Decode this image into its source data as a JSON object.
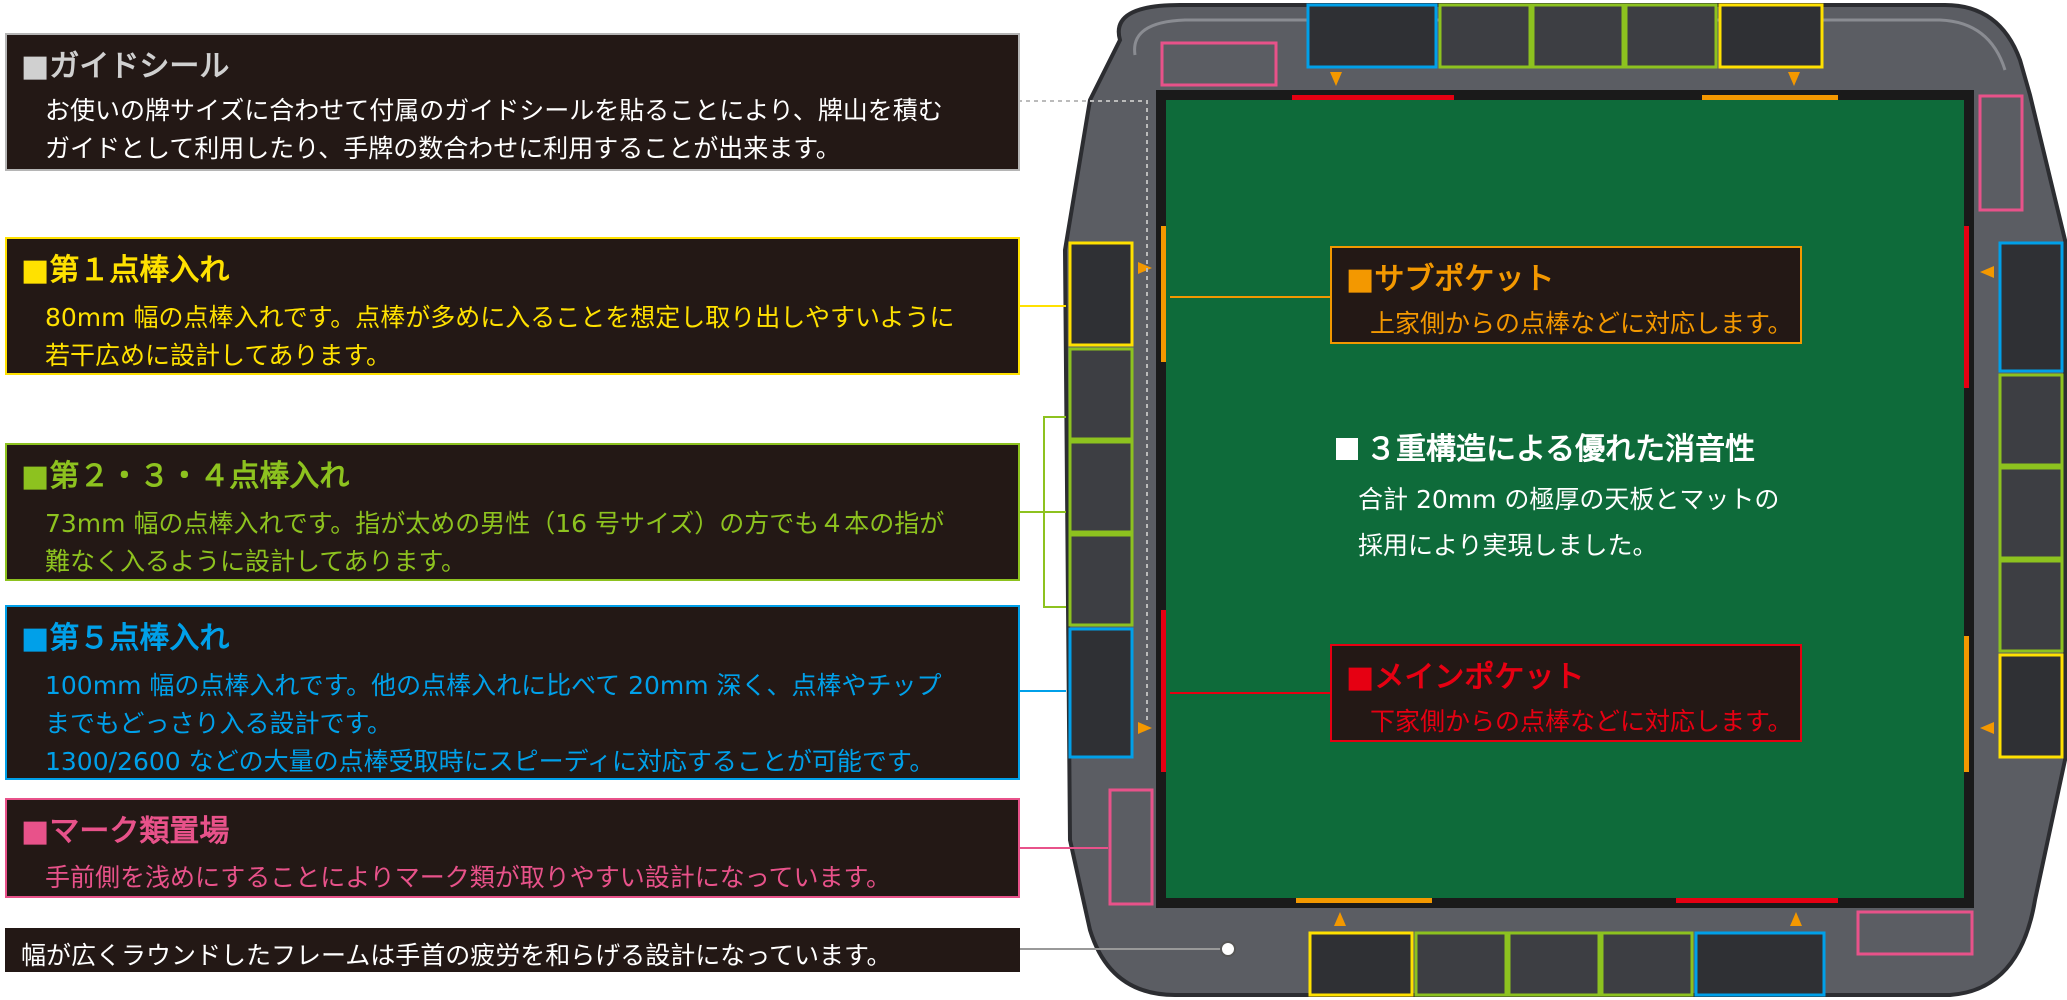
{
  "colors": {
    "guide": "#d0d0d0",
    "first": "#ffe100",
    "second": "#8dc21f",
    "fifth": "#00a0e9",
    "mark": "#e8528a",
    "sub": "#f39800",
    "main": "#e60012",
    "felt": "#0e6b3a",
    "frame": "#5b5d63"
  },
  "annotations": {
    "guide_seal": {
      "title": "■ガイドシール",
      "lines": [
        "お使いの牌サイズに合わせて付属のガイドシールを貼ることにより、牌山を積む",
        "ガイドとして利用したり、手牌の数合わせに利用することが出来ます。"
      ]
    },
    "stick1": {
      "title": "■第１点棒入れ",
      "lines": [
        "80mm 幅の点棒入れです。点棒が多めに入ることを想定し取り出しやすいように",
        "若干広めに設計してあります。"
      ]
    },
    "stick234": {
      "title": "■第２・３・４点棒入れ",
      "lines": [
        "73mm 幅の点棒入れです。指が太めの男性（16 号サイズ）の方でも４本の指が",
        "難なく入るように設計してあります。"
      ]
    },
    "stick5": {
      "title": "■第５点棒入れ",
      "lines": [
        "100mm 幅の点棒入れです。他の点棒入れに比べて 20mm 深く、点棒やチップ",
        "までもどっさり入る設計です。",
        "1300/2600 などの大量の点棒受取時にスピーディに対応することが可能です。"
      ]
    },
    "mark_place": {
      "title": "■マーク類置場",
      "lines": [
        "手前側を浅めにすることによりマーク類が取りやすい設計になっています。"
      ]
    },
    "frame_note": {
      "text": "幅が広くラウンドしたフレームは手首の疲労を和らげる設計になっています。"
    },
    "sub_pocket": {
      "title": "■サブポケット",
      "line": "上家側からの点棒などに対応します。"
    },
    "main_pocket": {
      "title": "■メインポケット",
      "line": "下家側からの点棒などに対応します。"
    },
    "soundproof": {
      "title": "３重構造による優れた消音性",
      "lines": [
        "合計 20mm の極厚の天板とマットの",
        "採用により実現しました。"
      ]
    }
  }
}
